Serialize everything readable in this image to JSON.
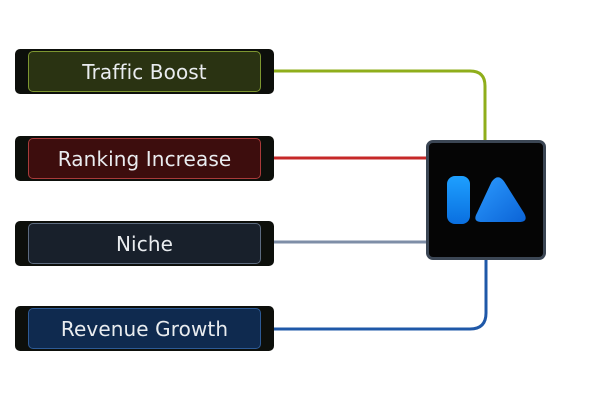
{
  "items": [
    {
      "label": "Traffic Boost",
      "color": "#8fae1b",
      "fill": "#2a3312",
      "border": "#7d9630"
    },
    {
      "label": "Ranking Increase",
      "color": "#c62828",
      "fill": "#3d0d0d",
      "border": "#a93a3a"
    },
    {
      "label": "Niche",
      "color": "#7e8ea7",
      "fill": "#18202b",
      "border": "#5d6b7f"
    },
    {
      "label": "Revenue Growth",
      "color": "#1f58a8",
      "fill": "#0f2a4f",
      "border": "#2d5a95"
    }
  ],
  "hub": {
    "icon": "logo-icon",
    "border_color": "#3b4654",
    "accent": "#1e90ff"
  }
}
